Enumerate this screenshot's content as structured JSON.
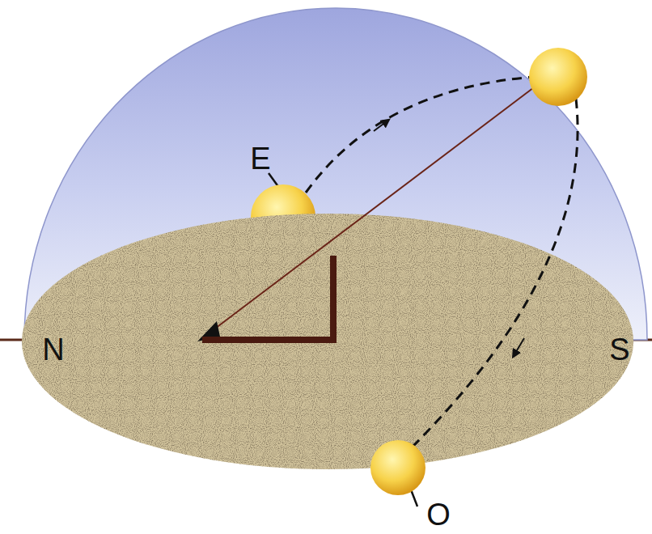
{
  "diagram": {
    "labels": [
      "E",
      "N",
      "S",
      "O"
    ]
  }
}
